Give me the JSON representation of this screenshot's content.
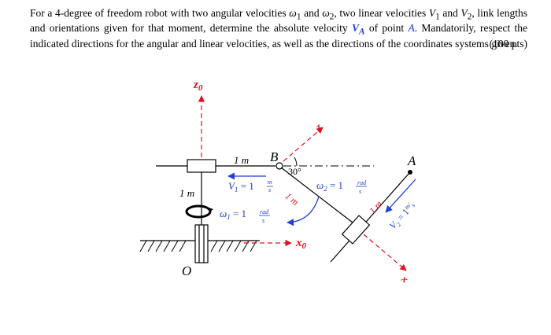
{
  "problem": {
    "t1": "For a 4-degree of freedom robot with two angular velocities ",
    "w1": "ω",
    "w1sub": "1",
    "t2": " and ",
    "w2": "ω",
    "w2sub": "2",
    "t3": ", two linear velocities ",
    "v1": "V",
    "v1sub": "1",
    "t4": " and ",
    "v2": "V",
    "v2sub": "2",
    "t5": ", link lengths and orientations given for that moment, determine the absolute velocity ",
    "va": "V",
    "vasub": "A",
    "t6": " of point ",
    "pointA": "A",
    "t7": ". Mandatorily, respect the indicated directions for the angular and linear velocities, as well as the directions of the coordinates systems given.",
    "points": "(100 pts)"
  },
  "diagram": {
    "z0_label": "z",
    "z0_sub": "0",
    "x0_label": "x",
    "x0_sub": "0",
    "o_label": "O",
    "b_label": "B",
    "a_label": "A",
    "z_label": "z",
    "x_label": "x",
    "angle_label": "30°",
    "len_horizontal": "1 m",
    "len_vertical": "1 m",
    "len_diag1": "1 m",
    "len_diag2": "1 m",
    "v1_text": "V",
    "v1_sub": "1",
    "v1_eq": " = 1",
    "v1_num": "m",
    "v1_den": "s",
    "w1_text": "ω",
    "w1_sub": "1",
    "w1_eq": " = 1",
    "w1_num": "rad",
    "w1_den": "s",
    "w2_text": "ω",
    "w2_sub": "2",
    "w2_eq": " = 1",
    "w2_num": "rad",
    "w2_den": "s",
    "v2_text": "V",
    "v2_sub": "2",
    "v2_eq": " = 1",
    "v2_num": "m",
    "v2_den": "s"
  },
  "colors": {
    "blue": "#1f3fd6",
    "red": "#e0101c",
    "black": "#000000"
  }
}
